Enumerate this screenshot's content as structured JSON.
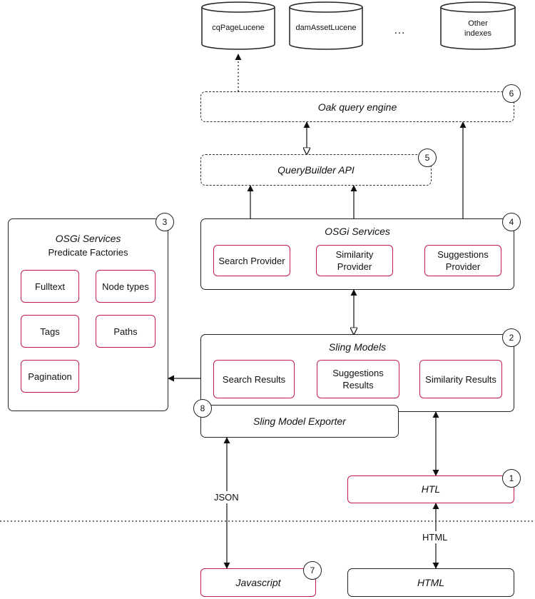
{
  "indexes": {
    "cq_page_lucene": "cqPageLucene",
    "dam_asset_lucene": "damAssetLucene",
    "ellipsis": "…",
    "other_indexes": "Other\nindexes"
  },
  "oak_query_engine": {
    "title": "Oak query engine",
    "number": "6"
  },
  "querybuilder_api": {
    "title": "QueryBuilder API",
    "number": "5"
  },
  "osgi_services_providers": {
    "title": "OSGi Services",
    "number": "4",
    "items": [
      "Search Provider",
      "Similarity\nProvider",
      "Suggestions\nProvider"
    ]
  },
  "osgi_services_predicates": {
    "title": "OSGi Services",
    "subtitle": "Predicate Factories",
    "number": "3",
    "items": [
      "Fulltext",
      "Node types",
      "Tags",
      "Paths",
      "Pagination"
    ]
  },
  "sling_models": {
    "title": "Sling Models",
    "number": "2",
    "items": [
      "Search Results",
      "Suggestions\nResults",
      "Similarity Results"
    ]
  },
  "sling_model_exporter": {
    "title": "Sling Model Exporter",
    "number": "8"
  },
  "htl": {
    "title": "HTL",
    "number": "1"
  },
  "javascript": {
    "title": "Javascript",
    "number": "7"
  },
  "html_bottom": {
    "title": "HTML"
  },
  "labels": {
    "json": "JSON",
    "html": "HTML"
  },
  "colors": {
    "accent": "#c2185b",
    "line": "#222222"
  }
}
